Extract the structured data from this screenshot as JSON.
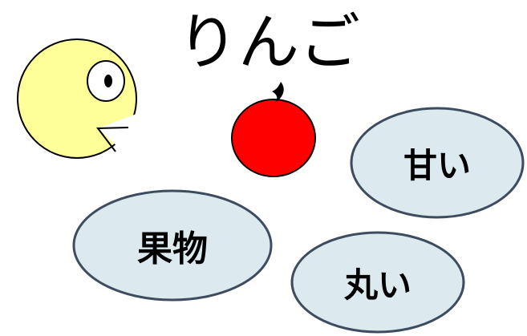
{
  "colors": {
    "face_fill": "#ffff99",
    "apple_fill": "#ff0000",
    "bubble_fill": "#dceaf0",
    "bubble_border": "#3d4c5f",
    "outline": "#000000"
  },
  "title": "りんご",
  "bubbles": {
    "sweet": "甘い",
    "fruit": "果物",
    "round": "丸い"
  },
  "icons": {
    "face": "face-icon",
    "apple": "apple-icon"
  }
}
